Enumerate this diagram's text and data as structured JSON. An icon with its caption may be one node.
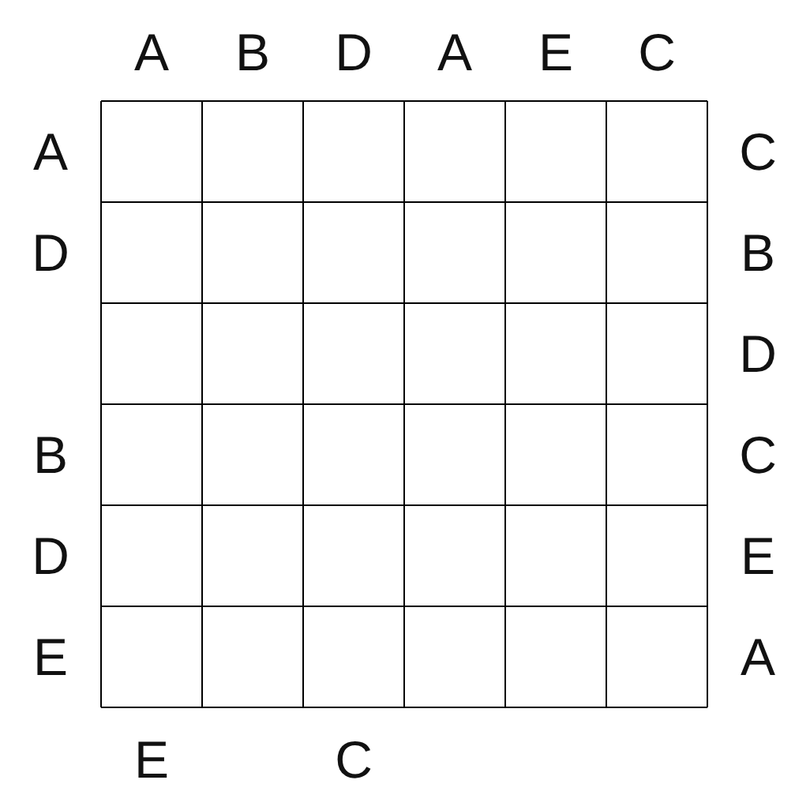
{
  "diagram": {
    "labels": [
      "A",
      "B",
      "D",
      "A",
      "E",
      "C",
      "A",
      "C",
      "D",
      "B",
      "D",
      "B",
      "C",
      "D",
      "E",
      "E",
      "A",
      "E",
      "C"
    ]
  }
}
